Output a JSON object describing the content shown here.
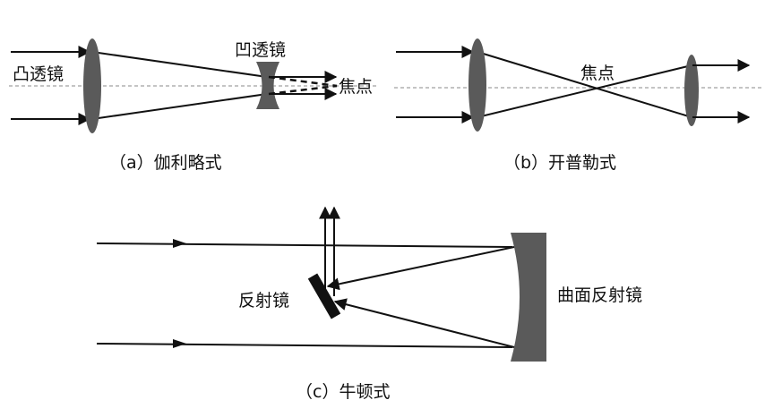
{
  "colors": {
    "lens": "#5a5a5a",
    "ray": "#111111",
    "axis": "#888888"
  },
  "panel_a": {
    "convex_lens_label": "凸透镜",
    "concave_lens_label": "凹透镜",
    "focus_label": "焦点",
    "caption": "（a）伽利略式"
  },
  "panel_b": {
    "focus_label": "焦点",
    "caption": "（b）开普勒式"
  },
  "panel_c": {
    "mirror_label": "反射镜",
    "curved_mirror_label": "曲面反射镜",
    "caption": "（c）牛顿式"
  }
}
